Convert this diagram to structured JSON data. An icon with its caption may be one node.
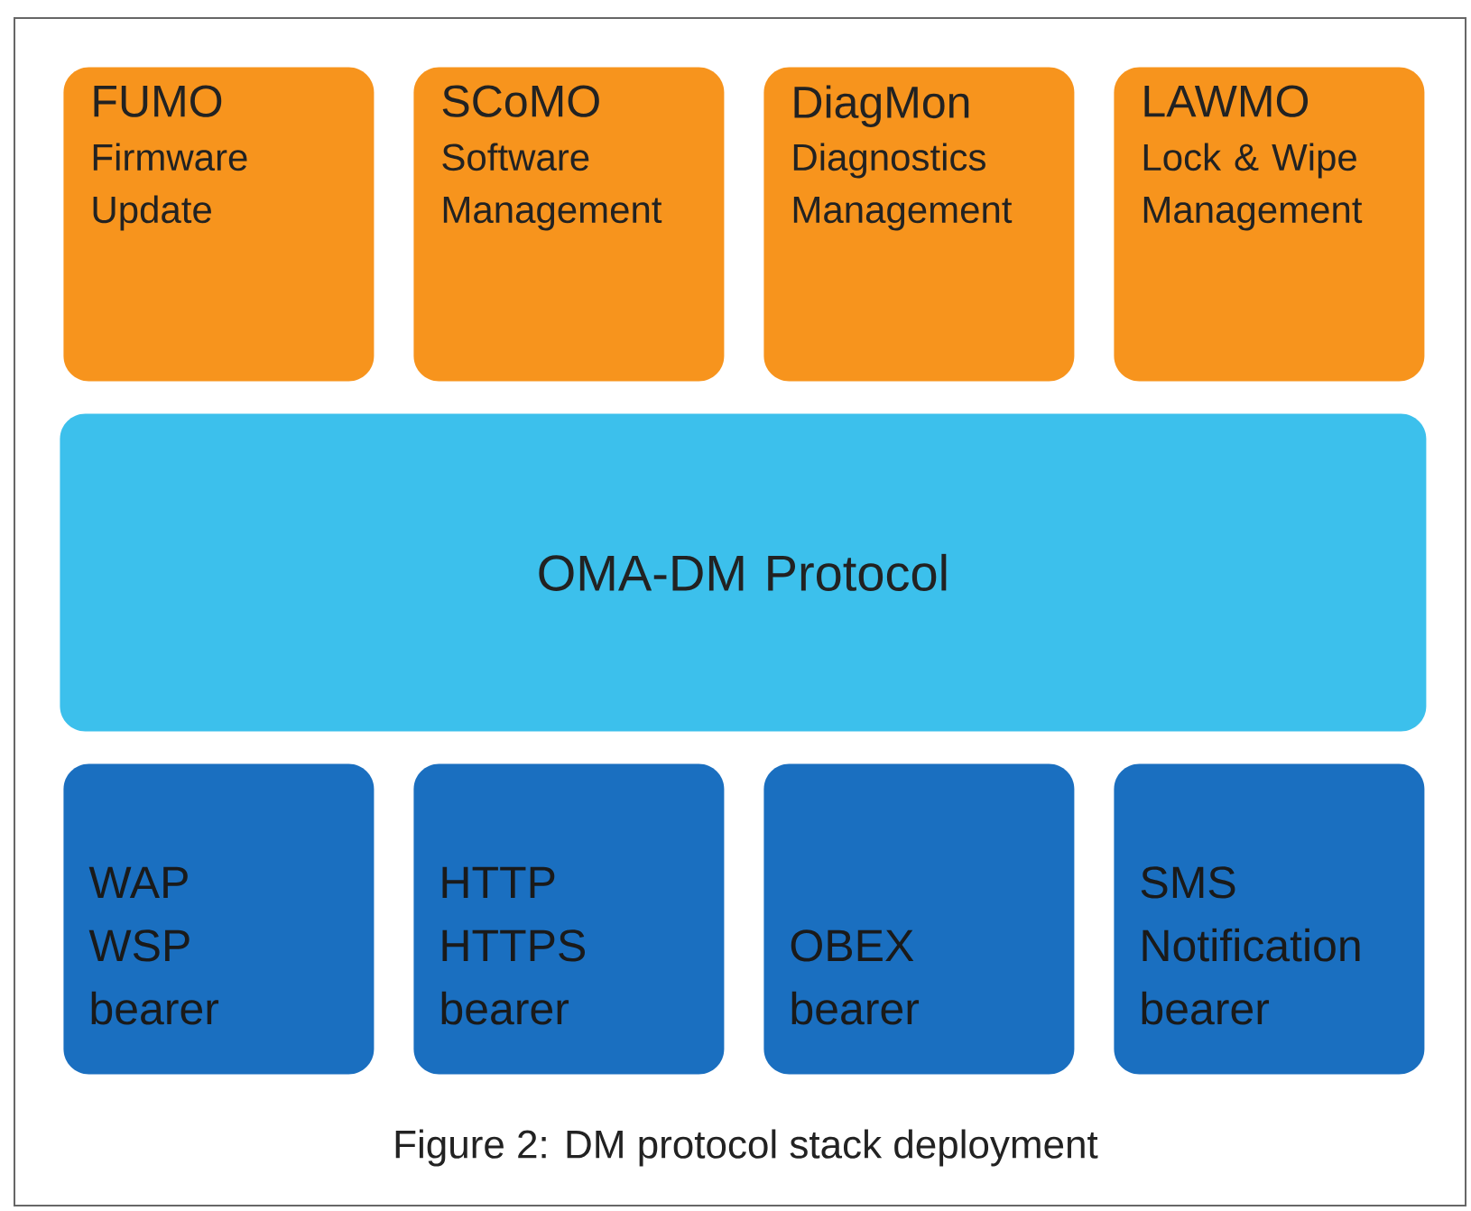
{
  "diagram": {
    "caption": "Figure 2: DM protocol stack deployment",
    "nodes": [
      {
        "text": [
          "FUMO",
          "Firmware Update"
        ]
      },
      {
        "text": [
          "SCoMO",
          "Software Management"
        ]
      },
      {
        "text": [
          "DiagMon",
          "Diagnostics Management"
        ]
      },
      {
        "text": [
          "LAWMO",
          "Lock & Wipe Management"
        ]
      },
      {
        "text": [
          "OMA-DM Protocol"
        ]
      },
      {
        "text": [
          "WAP WSP bearer"
        ]
      },
      {
        "text": [
          "HTTP HTTPS bearer"
        ]
      },
      {
        "text": [
          "OBEX bearer"
        ]
      },
      {
        "text": [
          "SMS Notification bearer"
        ]
      }
    ]
  }
}
